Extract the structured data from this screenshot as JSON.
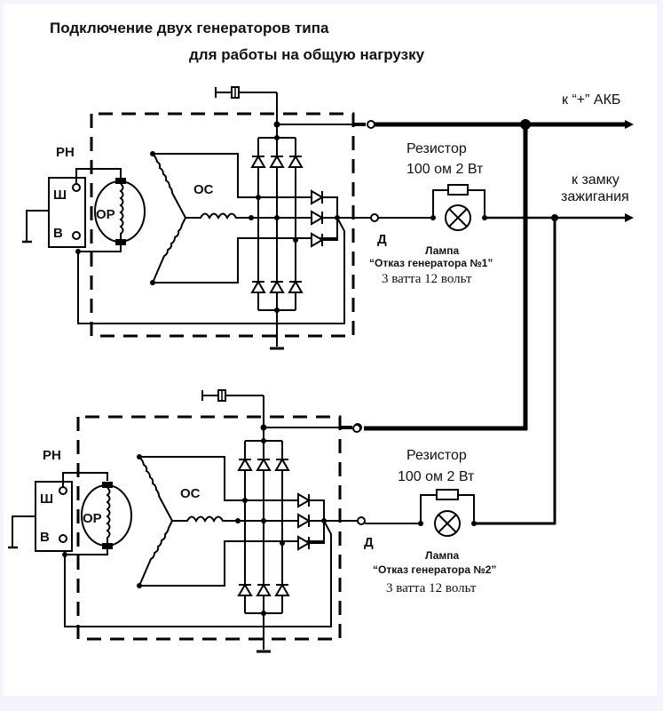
{
  "title": {
    "line1": "Подключение двух генераторов типа",
    "line2": "для работы на общую нагрузку"
  },
  "outputs": {
    "battery": "к “+” АКБ",
    "ignition_line1": "к замку",
    "ignition_line2": "зажигания"
  },
  "generators": [
    {
      "regulator_label": "РН",
      "terminal_sh": "Ш",
      "terminal_v": "В",
      "field_winding": "ОР",
      "stator_winding": "ОС",
      "terminal_d": "Д",
      "resistor_label": "Резистор",
      "resistor_value": "100 ом 2 Вт",
      "lamp_label": "Лампа",
      "lamp_name": "“Отказ генератора №1”",
      "lamp_rating": "3 ватта 12 вольт"
    },
    {
      "regulator_label": "РН",
      "terminal_sh": "Ш",
      "terminal_v": "В",
      "field_winding": "ОР",
      "stator_winding": "ОС",
      "terminal_d": "Д",
      "resistor_label": "Резистор",
      "resistor_value": "100 ом 2 Вт",
      "lamp_label": "Лампа",
      "lamp_name": "“Отказ генератора №2”",
      "lamp_rating": "3 ватта 12 вольт"
    }
  ]
}
